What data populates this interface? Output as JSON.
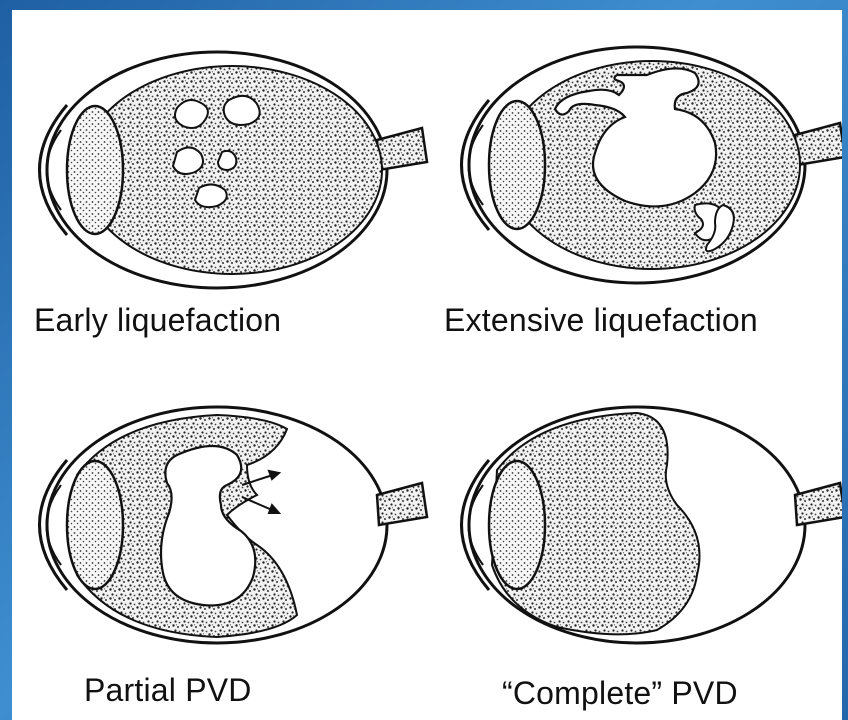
{
  "captions": {
    "early": "Early liquefaction",
    "extensive": "Extensive liquefaction",
    "partial": "Partial PVD",
    "complete": "“Complete” PVD"
  },
  "colors": {
    "background": "#2a6fb0",
    "panel": "#ffffff",
    "ink": "#111111",
    "gel_fill": "#8a8a8a"
  }
}
